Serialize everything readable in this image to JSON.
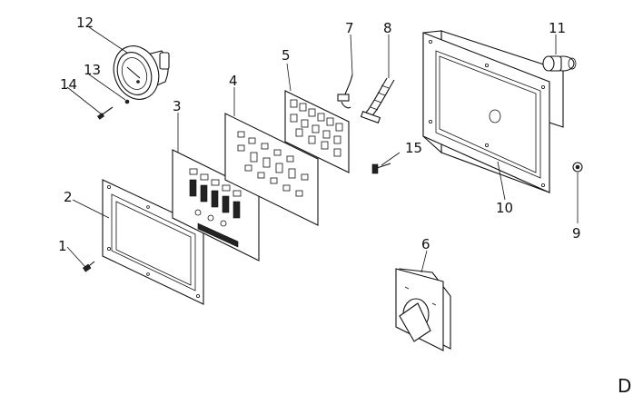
{
  "callouts": [
    {
      "id": "1",
      "text": "1"
    },
    {
      "id": "2",
      "text": "2"
    },
    {
      "id": "3",
      "text": "3"
    },
    {
      "id": "4",
      "text": "4"
    },
    {
      "id": "5",
      "text": "5"
    },
    {
      "id": "6",
      "text": "6"
    },
    {
      "id": "7",
      "text": "7"
    },
    {
      "id": "8",
      "text": "8"
    },
    {
      "id": "9",
      "text": "9"
    },
    {
      "id": "10",
      "text": "10"
    },
    {
      "id": "11",
      "text": "11"
    },
    {
      "id": "12",
      "text": "12"
    },
    {
      "id": "13",
      "text": "13"
    },
    {
      "id": "14",
      "text": "14"
    },
    {
      "id": "15",
      "text": "15"
    }
  ],
  "page_letter": "D"
}
